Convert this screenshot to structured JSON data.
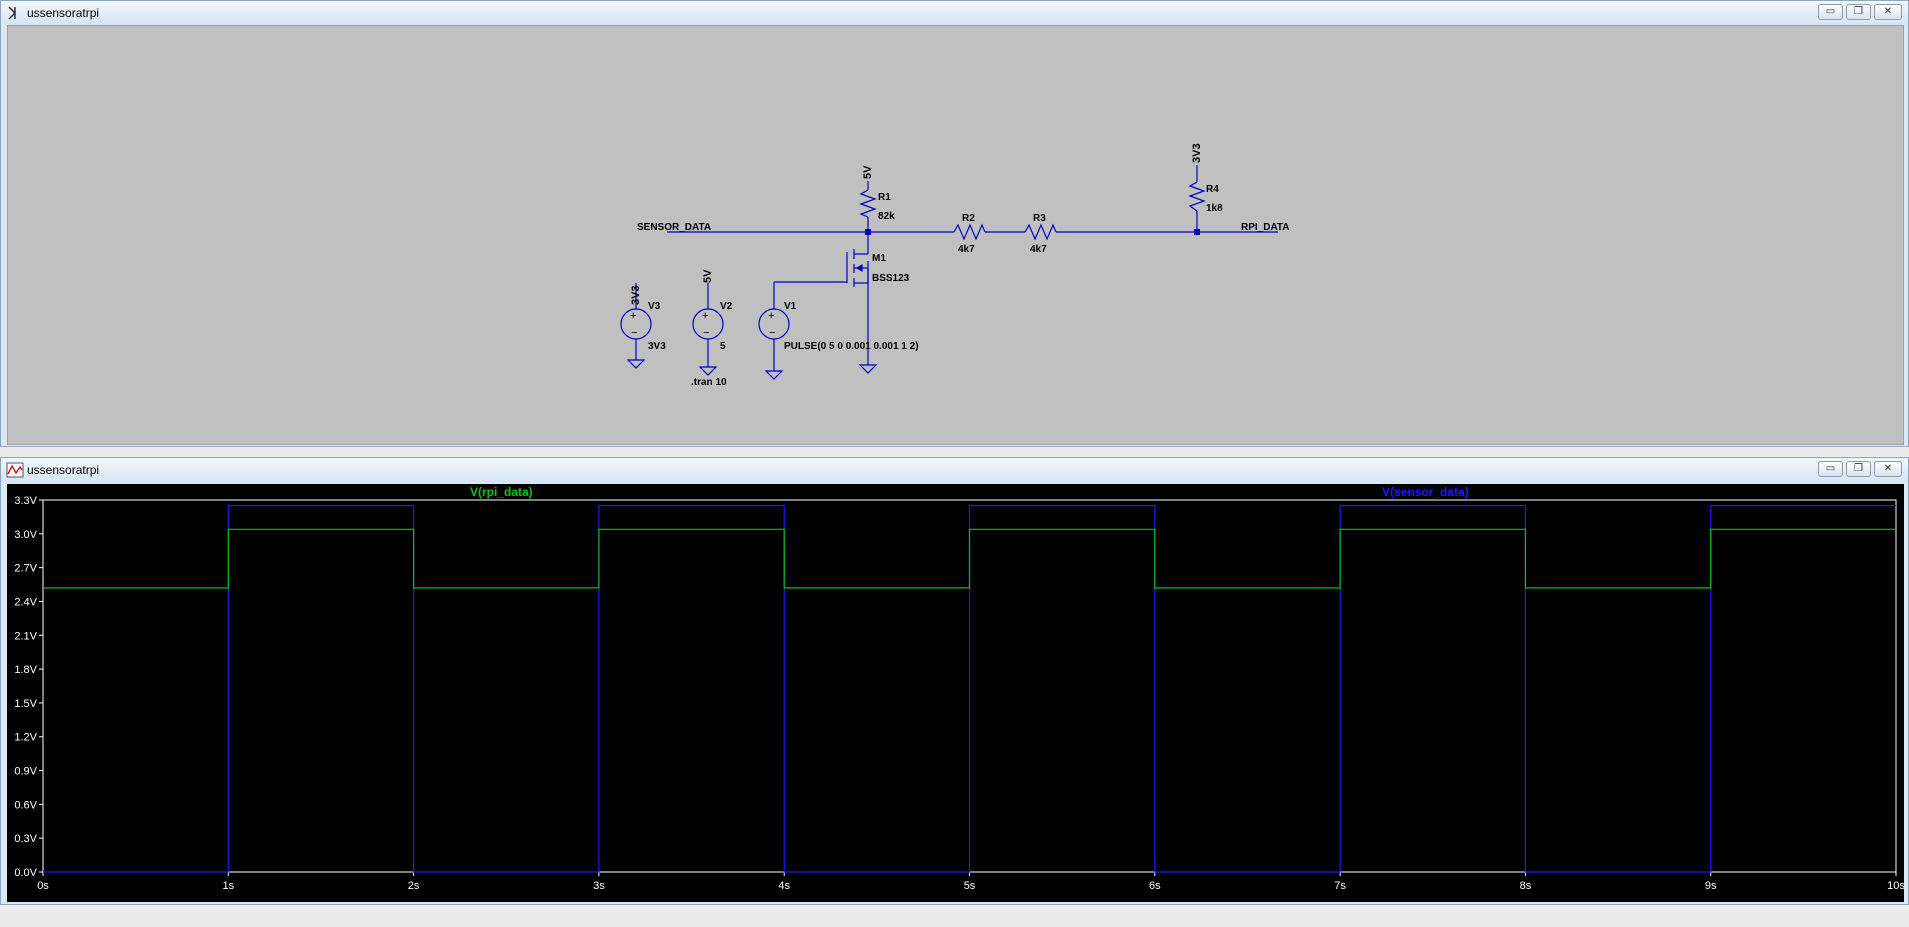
{
  "schematic_window": {
    "title": "ussensoratrpi",
    "buttons": {
      "minimize": "▭",
      "restore": "❐",
      "close": "✕"
    }
  },
  "schematic": {
    "wire_color": "#0000c8",
    "net_labels": {
      "sensor_data": "SENSOR_DATA",
      "rpi_data": "RPI_DATA"
    },
    "rails": {
      "r1_supply": "5V",
      "r4_supply": "3V3",
      "v3_supply": "3V3",
      "v2_supply": "5V"
    },
    "components": {
      "r1": {
        "name": "R1",
        "value": "82k"
      },
      "r2": {
        "name": "R2",
        "value": "4k7"
      },
      "r3": {
        "name": "R3",
        "value": "4k7"
      },
      "r4": {
        "name": "R4",
        "value": "1k8"
      },
      "m1": {
        "name": "M1",
        "value": "BSS123"
      },
      "v1": {
        "name": "V1",
        "value": "PULSE(0 5 0 0.001 0.001 1 2)"
      },
      "v2": {
        "name": "V2",
        "value": "5"
      },
      "v3": {
        "name": "V3",
        "value": "3V3"
      }
    },
    "directive": ".tran 10"
  },
  "waveform_window": {
    "title": "ussensoratrpi",
    "buttons": {
      "minimize": "▭",
      "restore": "❐",
      "close": "✕"
    }
  },
  "chart_data": {
    "type": "line",
    "x_ticks": [
      "0s",
      "1s",
      "2s",
      "3s",
      "4s",
      "5s",
      "6s",
      "7s",
      "8s",
      "9s",
      "10s"
    ],
    "y_ticks": [
      "0.0V",
      "0.3V",
      "0.6V",
      "0.9V",
      "1.2V",
      "1.5V",
      "1.8V",
      "2.1V",
      "2.4V",
      "2.7V",
      "3.0V",
      "3.3V"
    ],
    "xlim": [
      0,
      10
    ],
    "ylim": [
      0,
      3.3
    ],
    "background": "#000000",
    "axis_color": "#ffffff",
    "series": [
      {
        "name": "V(rpi_data)",
        "color": "#00c800",
        "x": [
          0,
          1,
          1,
          2,
          2,
          3,
          3,
          4,
          4,
          5,
          5,
          6,
          6,
          7,
          7,
          8,
          8,
          9,
          9,
          10
        ],
        "y": [
          2.52,
          2.52,
          3.04,
          3.04,
          2.52,
          2.52,
          3.04,
          3.04,
          2.52,
          2.52,
          3.04,
          3.04,
          2.52,
          2.52,
          3.04,
          3.04,
          2.52,
          2.52,
          3.04,
          3.04
        ]
      },
      {
        "name": "V(sensor_data)",
        "color": "#1a1aff",
        "x": [
          0,
          1,
          1,
          2,
          2,
          3,
          3,
          4,
          4,
          5,
          5,
          6,
          6,
          7,
          7,
          8,
          8,
          9,
          9,
          10
        ],
        "y": [
          0,
          0,
          3.25,
          3.25,
          0,
          0,
          3.25,
          3.25,
          0,
          0,
          3.25,
          3.25,
          0,
          0,
          3.25,
          3.25,
          0,
          0,
          3.25,
          3.25
        ]
      }
    ]
  }
}
